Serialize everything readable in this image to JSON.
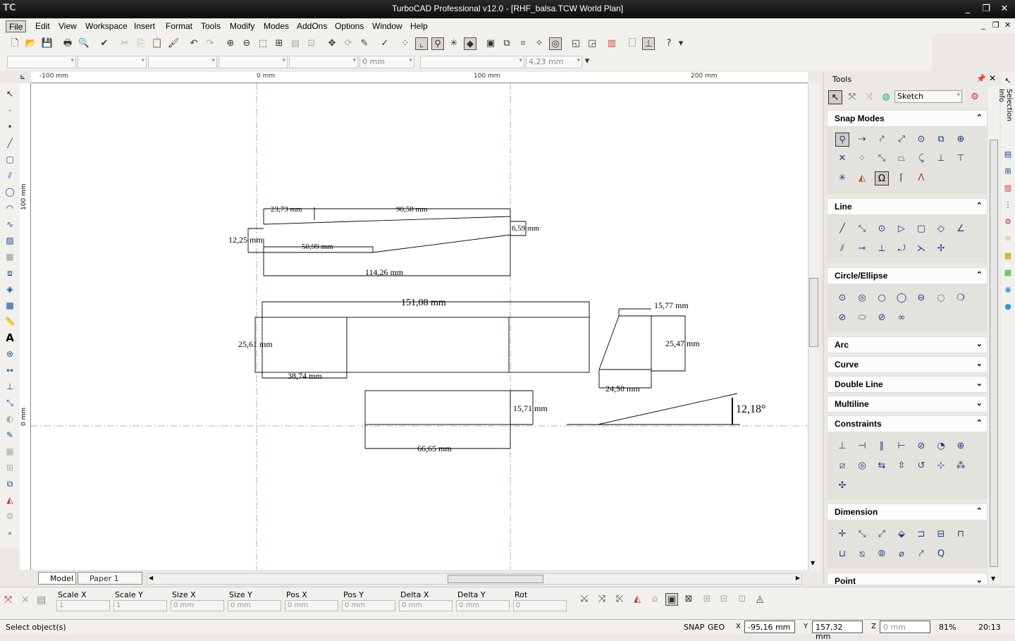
{
  "app": {
    "title": "TurboCAD Professional v12.0 - [RHF_balsa.TCW World Plan]",
    "logo": "TC"
  },
  "window_controls": [
    "_",
    "❐",
    "✕"
  ],
  "menu": [
    "File",
    "Edit",
    "View",
    "Workspace",
    "Insert",
    "Format",
    "Tools",
    "Modify",
    "Modes",
    "AddOns",
    "Options",
    "Window",
    "Help"
  ],
  "toolbar2": {
    "value1": "0 mm",
    "value2": "4,23 mm"
  },
  "ruler_h": [
    "-100 mm",
    "0 mm",
    "100 mm",
    "200 mm"
  ],
  "ruler_v": [
    "100 mm",
    "0 mm"
  ],
  "drawing": {
    "dims": [
      "23,73 mm",
      "90,58 mm",
      "6,59 mm",
      "12,25 mm",
      "50,99 mm",
      "114,26 mm",
      "151,08 mm",
      "15,77 mm",
      "25,61 mm",
      "25,47 mm",
      "38,74 mm",
      "24,50 mm",
      "15,71 mm",
      "12,18°",
      "66,65 mm"
    ]
  },
  "tabs": [
    "Model",
    "Paper 1"
  ],
  "props": {
    "labels": [
      "Scale X",
      "Scale Y",
      "Size X",
      "Size Y",
      "Pos X",
      "Pos Y",
      "Delta X",
      "Delta Y",
      "Rot"
    ],
    "values": [
      "1",
      "1",
      "0 mm",
      "0 mm",
      "0 mm",
      "0 mm",
      "0 mm",
      "0 mm",
      "0"
    ]
  },
  "status": {
    "message": "Select object(s)",
    "snap": "SNAP",
    "geo": "GEO",
    "x": "-95,16 mm",
    "y": "157,32 mm",
    "z": "0 mm",
    "zoom": "81%",
    "time": "20:13"
  },
  "palette": {
    "title": "Tools",
    "mode": "Sketch",
    "sections": [
      {
        "name": "Snap Modes",
        "open": true
      },
      {
        "name": "Line",
        "open": true
      },
      {
        "name": "Circle/Ellipse",
        "open": true
      },
      {
        "name": "Arc",
        "open": false
      },
      {
        "name": "Curve",
        "open": false
      },
      {
        "name": "Double Line",
        "open": false
      },
      {
        "name": "Multiline",
        "open": false
      },
      {
        "name": "Constraints",
        "open": true
      },
      {
        "name": "Dimension",
        "open": true
      },
      {
        "name": "Point",
        "open": false
      }
    ]
  },
  "side_tab": "Selection Info"
}
